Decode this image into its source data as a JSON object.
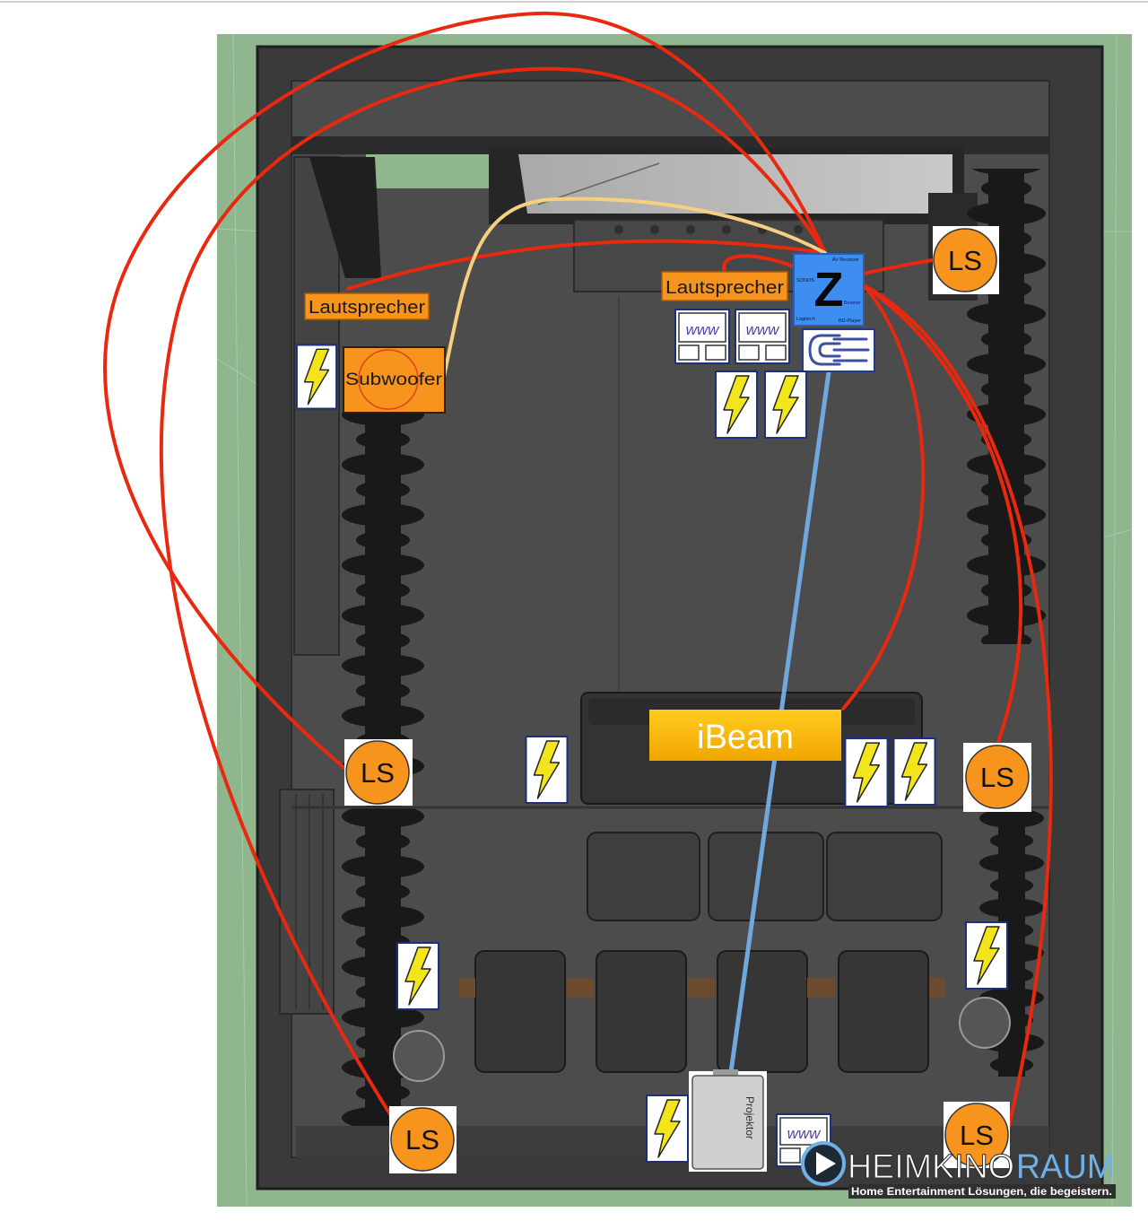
{
  "labels": {
    "speaker_left": "Lautsprecher",
    "speaker_right": "Lautsprecher",
    "subwoofer": "Subwoofer",
    "ibeam": "iBeam",
    "projector": "Projektor"
  },
  "hub": {
    "letter": "Z",
    "tags": {
      "top": "AV Receiver",
      "left": "SONOS",
      "bottom_left": "Logitech",
      "bottom_right": "BD-Player",
      "right": "Beamer"
    }
  },
  "ls": [
    "LS",
    "LS",
    "LS",
    "LS",
    "LS"
  ],
  "network": [
    "www",
    "www",
    "www"
  ],
  "logo": {
    "brand_main": "HEIMKINO",
    "brand_accent": "RAUM",
    "tagline": "Home Entertainment Lösungen, die begeistern."
  },
  "icons": {
    "power": "lightning-icon",
    "network": "www-icon",
    "connector": "hdmi-connector-icon",
    "logo": "play-icon"
  },
  "colors": {
    "background_green": "#8fb68d",
    "speaker_orange": "#f7941d",
    "hub_blue": "#3d8ef0",
    "speaker_cable": "#e8280f",
    "subwoofer_cable": "#f5d080",
    "video_cable": "#6ea8dc",
    "ibeam_yellow": "#f5b800",
    "logo_blue": "#6fb0e6"
  }
}
